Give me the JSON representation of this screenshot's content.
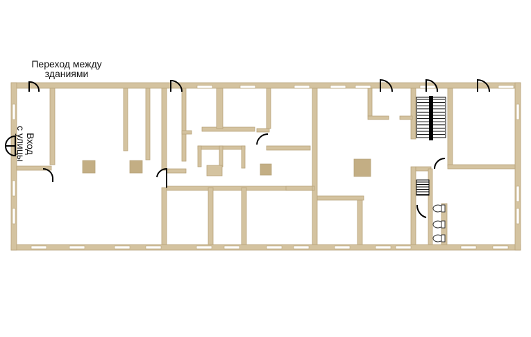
{
  "labels": {
    "passage_line1": "Переход между",
    "passage_line2": "зданиями",
    "entrance_line1": "Вход",
    "entrance_line2": "с улицы"
  },
  "colors": {
    "background": "#ffffff",
    "wall_fill": "#d4c3a0",
    "wall_stroke": "#b8a47b",
    "column_fill": "#c3ae84",
    "window_fill": "#ffffff",
    "door_stroke": "#000000",
    "stair_stroke": "#000000"
  },
  "icons": {
    "door": "door-swing-arc",
    "stairs": "staircase-treads",
    "toilet": "toilet-fixture"
  }
}
